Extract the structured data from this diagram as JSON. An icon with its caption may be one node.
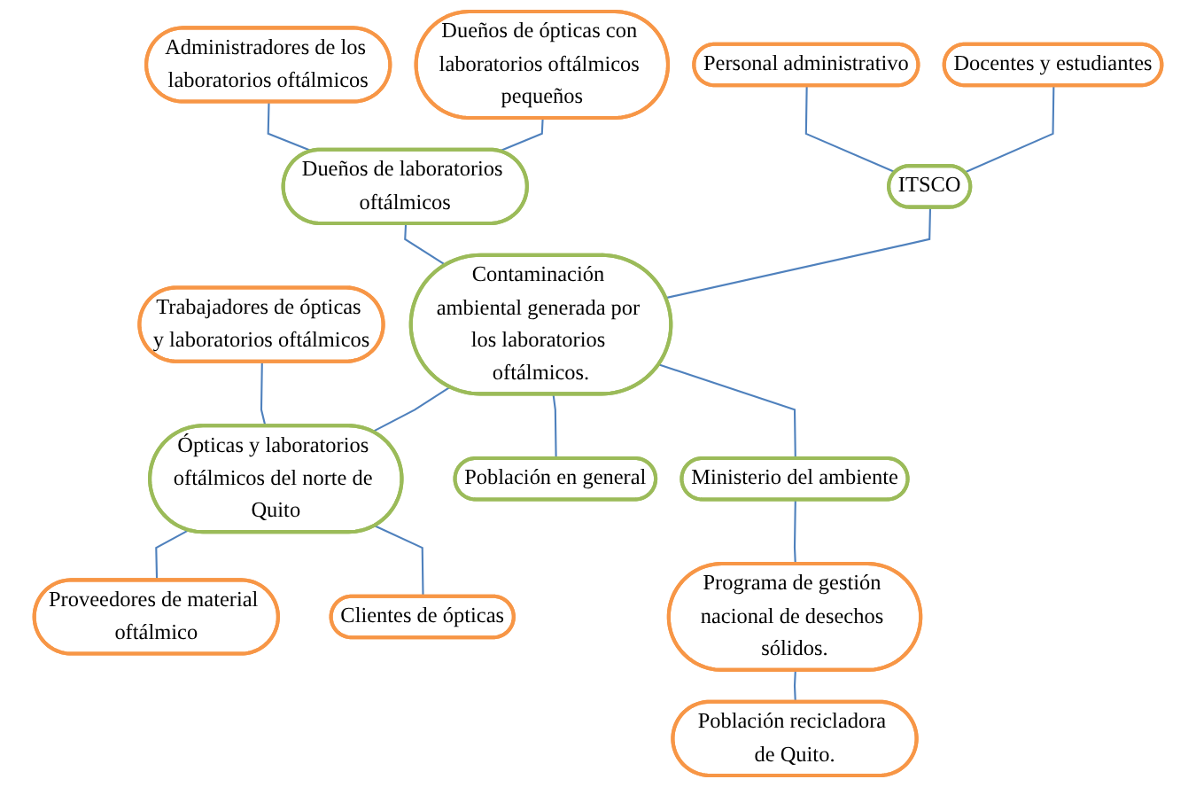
{
  "diagram": {
    "nodes": [
      {
        "text": [
          "Administradores de los laboratorios oftálmicos"
        ]
      },
      {
        "text": [
          "Dueños de ópticas con laboratorios oftálmicos pequeños"
        ]
      },
      {
        "text": [
          "Personal administrativo"
        ]
      },
      {
        "text": [
          "Dueños de laboratorios oftálmicos"
        ]
      },
      {
        "text": [
          "Trabajadores de ópticas y laboratorios oftálmicos"
        ]
      },
      {
        "text": [
          "ITSCO"
        ]
      },
      {
        "text": [
          "Contaminación ambiental generada por los laboratorios oftálmicos."
        ]
      },
      {
        "text": [
          "Ópticas y laboratorios oftálmicos del norte de Quito"
        ]
      },
      {
        "text": [
          "Proveedores de material oftálmico"
        ]
      },
      {
        "text": [
          "Docentes y estudiantes"
        ]
      },
      {
        "text": [
          "Población en general"
        ]
      },
      {
        "text": [
          "Ministerio del ambiente"
        ]
      },
      {
        "text": [
          "Clientes de ópticas"
        ]
      },
      {
        "text": [
          "Programa de gestión nacional de desechos sólidos."
        ]
      },
      {
        "text": [
          "Población recicladora de Quito."
        ]
      }
    ],
    "edges": [
      {
        "from": 0,
        "to": 3,
        "arrow": "none"
      },
      {
        "from": 1,
        "to": 3,
        "arrow": "none"
      },
      {
        "from": 3,
        "to": 6,
        "arrow": "none"
      },
      {
        "from": 2,
        "to": 5,
        "arrow": "none"
      },
      {
        "from": 9,
        "to": 5,
        "arrow": "none"
      },
      {
        "from": 5,
        "to": 6,
        "arrow": "none"
      },
      {
        "from": 4,
        "to": 7,
        "arrow": "none"
      },
      {
        "from": 6,
        "to": 7,
        "arrow": "none"
      },
      {
        "from": 7,
        "to": 8,
        "arrow": "none"
      },
      {
        "from": 7,
        "to": 12,
        "arrow": "none"
      },
      {
        "from": 6,
        "to": 10,
        "arrow": "none"
      },
      {
        "from": 6,
        "to": 11,
        "arrow": "none"
      },
      {
        "from": 11,
        "to": 13,
        "arrow": "none"
      },
      {
        "from": 13,
        "to": 14,
        "arrow": "none"
      }
    ]
  }
}
